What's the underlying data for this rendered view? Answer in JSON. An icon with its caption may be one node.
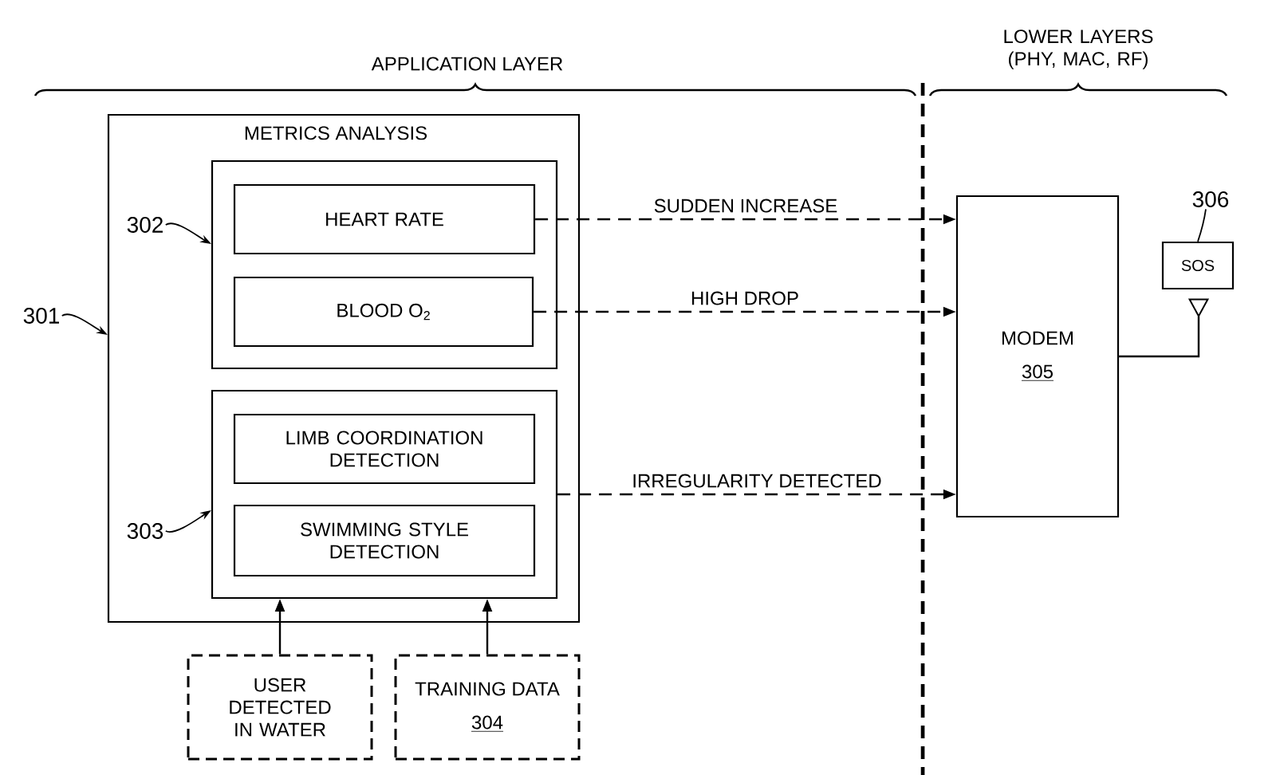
{
  "diagram": {
    "nodes": [
      {
        "text": [
          "METRICS ANALYSIS"
        ]
      },
      {
        "text": [],
        "shape": "box",
        "in": 0
      },
      {
        "text": [
          "HEART RATE"
        ],
        "in": 1
      },
      {
        "text": [
          "BLOOD O$_{2}$"
        ],
        "in": 1
      },
      {
        "text": [],
        "shape": "box",
        "in": 0
      },
      {
        "text": [
          "LIMB COORDINATION DETECTION"
        ],
        "in": 4
      },
      {
        "text": [
          "SWIMMING STYLE DETECTION"
        ],
        "in": 4
      },
      {
        "text": [
          "USER DETECTED IN WATER"
        ]
      },
      {
        "text": [
          "TRAINING DATA",
          "304"
        ]
      },
      {
        "text": [
          "MODEM",
          "305"
        ]
      },
      {
        "text": [
          "SOS"
        ]
      },
      {
        "text": [
          "301"
        ]
      },
      {
        "text": [
          "302"
        ],
        "in": 0
      },
      {
        "text": [
          "303"
        ],
        "in": 0
      },
      {
        "text": [
          "306"
        ]
      },
      {
        "text": [],
        "shape": "triangle"
      }
    ],
    "edges": [
      {
        "from": 2,
        "to": 9,
        "arrow": "to",
        "label": "SUDDEN INCREASE",
        "style": "dashed"
      },
      {
        "from": 3,
        "to": 9,
        "arrow": "to",
        "label": "HIGH DROP",
        "style": "dashed"
      },
      {
        "from": 4,
        "to": 9,
        "arrow": "to",
        "label": "IRREGULARITY DETECTED",
        "style": "dashed"
      },
      {
        "from": 7,
        "to": 4,
        "arrow": "to"
      },
      {
        "from": 8,
        "to": 4,
        "arrow": "to"
      },
      {
        "from": 9,
        "to": 15,
        "arrow": "none"
      },
      {
        "from": 11,
        "to": 0,
        "arrow": "to"
      },
      {
        "from": 12,
        "to": 1,
        "arrow": "to"
      },
      {
        "from": 13,
        "to": 4,
        "arrow": "to"
      },
      {
        "from": 14,
        "to": 10,
        "arrow": "none"
      }
    ],
    "labels": [
      "APPLICATION LAYER",
      "LOWER LAYERS (PHY, MAC, RF)"
    ]
  }
}
